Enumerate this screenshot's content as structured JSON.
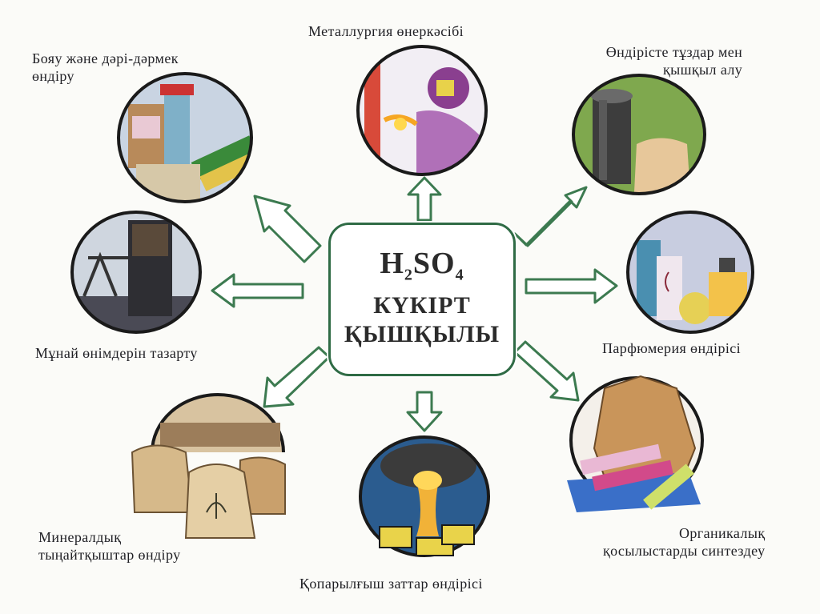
{
  "center": {
    "formula_base": "H",
    "formula_sub1": "2",
    "formula_mid": "SO",
    "formula_sub2": "4",
    "line1": "КҮКІРТ",
    "line2": "ҚЫШҚЫЛЫ"
  },
  "labels": {
    "dyes": [
      "Бояу және дәрі-дәрмек",
      "өндіру"
    ],
    "metallurgy": [
      "Металлургия өнеркәсібі"
    ],
    "salts_acids": [
      "Өндірісте тұздар мен",
      "қышқыл алу"
    ],
    "oil": [
      "Мұнай өнімдерін тазарту"
    ],
    "perfume": [
      "Парфюмерия өндірісі"
    ],
    "fertilizers": [
      "Минералдық",
      "тыңайтқыштар өндіру"
    ],
    "explosives": [
      "Қопарылғыш заттар өндірісі"
    ],
    "organic": [
      "Органикалық",
      "қосылыстарды синтездеу"
    ]
  },
  "colors": {
    "arrow_stroke": "#3c7a50",
    "box_border": "#2f6b45",
    "text": "#1f1f24"
  },
  "icons": [
    "dyes-medicine-illustration",
    "welder-illustration",
    "barrel-sack-illustration",
    "oil-pump-illustration",
    "perfume-bottles-illustration",
    "fertilizer-sacks-illustration",
    "explosion-illustration",
    "fabric-coat-illustration"
  ]
}
